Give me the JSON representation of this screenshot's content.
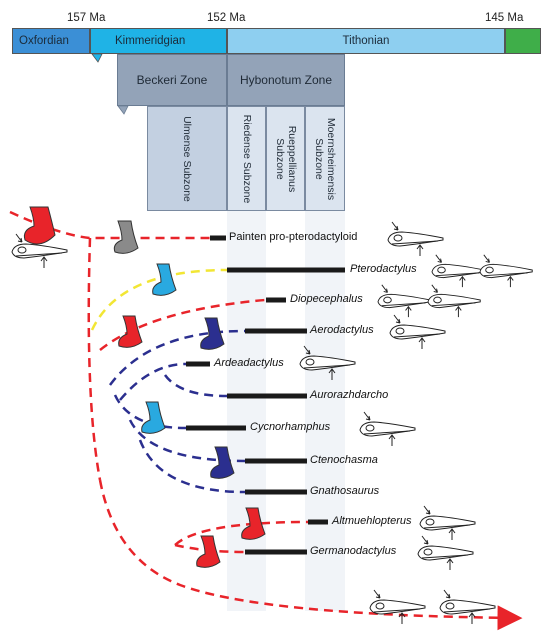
{
  "timescale": {
    "ma_labels": [
      "157 Ma",
      "152 Ma",
      "145 Ma"
    ],
    "stages": [
      "Oxfordian",
      "Kimmeridgian",
      "Tithonian"
    ],
    "zones": [
      "Beckeri Zone",
      "Hybonotum Zone"
    ],
    "subzones": [
      "Ulmense Subzone",
      "Riedense Subzone",
      "Rueppellianus Subzone",
      "Moernsheimensis Subzone"
    ]
  },
  "colors": {
    "oxfordian": "#3b8fd6",
    "kimmeridgian": "#1fb3e6",
    "tithonian": "#8ecff0",
    "cretaceous": "#3fae49",
    "zone": "#93a3b8",
    "subzone": "#c8d4e3",
    "red_branch": "#e8242a",
    "yellow_branch": "#f2e634",
    "blue_branch": "#2b2f8f",
    "cyan_icon": "#29a9e0",
    "gray_icon": "#8a8a8a"
  },
  "taxa": [
    {
      "name": "Painten pro-pterodactyloid",
      "italic": false
    },
    {
      "name": "Pterodactylus",
      "italic": true
    },
    {
      "name": "Diopecephalus",
      "italic": true
    },
    {
      "name": "Aerodactylus",
      "italic": true
    },
    {
      "name": "Ardeadactylus",
      "italic": true
    },
    {
      "name": "Aurorazhdarcho",
      "italic": true
    },
    {
      "name": "Cycnorhamphus",
      "italic": true
    },
    {
      "name": "Ctenochasma",
      "italic": true
    },
    {
      "name": "Gnathosaurus",
      "italic": true
    },
    {
      "name": "Altmuehlopterus",
      "italic": true
    },
    {
      "name": "Germanodactylus",
      "italic": true
    }
  ],
  "icons": {
    "crest": "sagittal-crest-icon",
    "skull": "pterosaur-skull-icon",
    "arrow": "arrow-icon"
  }
}
